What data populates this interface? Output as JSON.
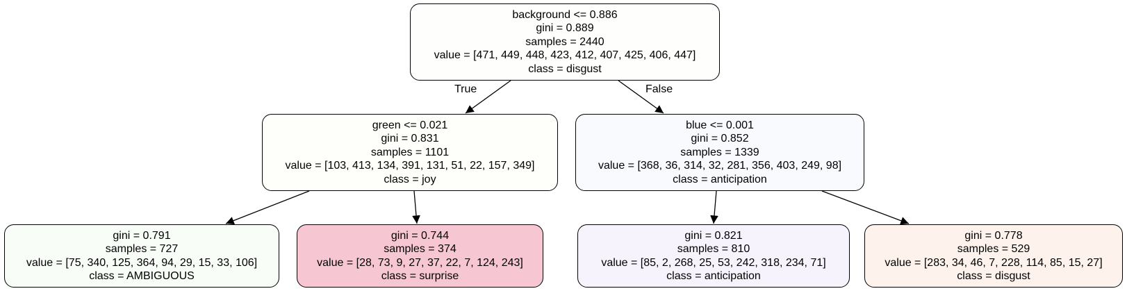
{
  "tree": {
    "edge_labels": {
      "true_label": "True",
      "false_label": "False"
    },
    "nodes": [
      {
        "id": "root",
        "fill": "#fefefc",
        "lines": [
          "background <= 0.886",
          "gini = 0.889",
          "samples = 2440",
          "value = [471, 449, 448, 423, 412, 407, 425, 406, 447]",
          "class = disgust"
        ]
      },
      {
        "id": "left",
        "fill": "#fefffb",
        "lines": [
          "green <= 0.021",
          "gini = 0.831",
          "samples = 1101",
          "value = [103, 413, 134, 391, 131, 51, 22, 157, 349]",
          "class = joy"
        ]
      },
      {
        "id": "right",
        "fill": "#f9fafe",
        "lines": [
          "blue <= 0.001",
          "gini = 0.852",
          "samples = 1339",
          "value = [368, 36, 314, 32, 281, 356, 403, 249, 98]",
          "class = anticipation"
        ]
      },
      {
        "id": "ll",
        "fill": "#f8fdf8",
        "lines": [
          "gini = 0.791",
          "samples = 727",
          "value = [75, 340, 125, 364, 94, 29, 15, 33, 106]",
          "class = AMBIGUOUS"
        ]
      },
      {
        "id": "lr",
        "fill": "#f7c6d3",
        "lines": [
          "gini = 0.744",
          "samples = 374",
          "value = [28, 73, 9, 27, 37, 22, 7, 124, 243]",
          "class = surprise"
        ]
      },
      {
        "id": "rl",
        "fill": "#f6f3fd",
        "lines": [
          "gini = 0.821",
          "samples = 810",
          "value = [85, 2, 268, 25, 53, 242, 318, 234, 71]",
          "class = anticipation"
        ]
      },
      {
        "id": "rr",
        "fill": "#fdf2ec",
        "lines": [
          "gini = 0.778",
          "samples = 529",
          "value = [283, 34, 46, 7, 228, 114, 85, 15, 27]",
          "class = disgust"
        ]
      }
    ]
  }
}
